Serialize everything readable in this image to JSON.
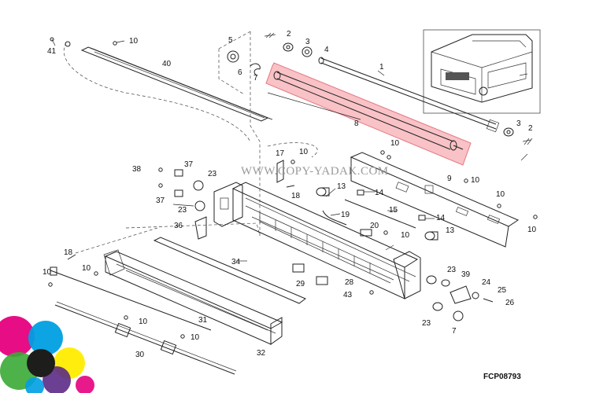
{
  "watermark": "WWW.COPY-YADAK.COM",
  "figure_code": "FCP08793",
  "labels": {
    "l1": "1",
    "l2a": "2",
    "l2b": "2",
    "l3a": "3",
    "l3b": "3",
    "l4": "4",
    "l5": "5",
    "l6": "6",
    "l7a": "7",
    "l7b": "7",
    "l8": "8",
    "l9": "9",
    "l10a": "10",
    "l10b": "10",
    "l10c": "10",
    "l10d": "10",
    "l10e": "10",
    "l10f": "10",
    "l10g": "10",
    "l10h": "10",
    "l10i": "10",
    "l10j": "10",
    "l10k": "10",
    "l13a": "13",
    "l13b": "13",
    "l14a": "14",
    "l14b": "14",
    "l15": "15",
    "l17": "17",
    "l18a": "18",
    "l18b": "18",
    "l19": "19",
    "l20": "20",
    "l23a": "23",
    "l23b": "23",
    "l23c": "23",
    "l23d": "23",
    "l24": "24",
    "l25": "25",
    "l26": "26",
    "l28": "28",
    "l29": "29",
    "l30": "30",
    "l31": "31",
    "l32": "32",
    "l34": "34",
    "l36": "36",
    "l37a": "37",
    "l37b": "37",
    "l38": "38",
    "l39": "39",
    "l40": "40",
    "l41": "41",
    "l43": "43"
  },
  "colors": {
    "highlight_fill": "#f7b8bd",
    "highlight_stroke": "#e0606c",
    "logo_magenta": "#e6007e",
    "logo_cyan": "#009fe3",
    "logo_yellow": "#ffed00",
    "logo_green": "#3aaa35",
    "logo_purple": "#5b2a86",
    "logo_black": "#1d1d1b"
  }
}
